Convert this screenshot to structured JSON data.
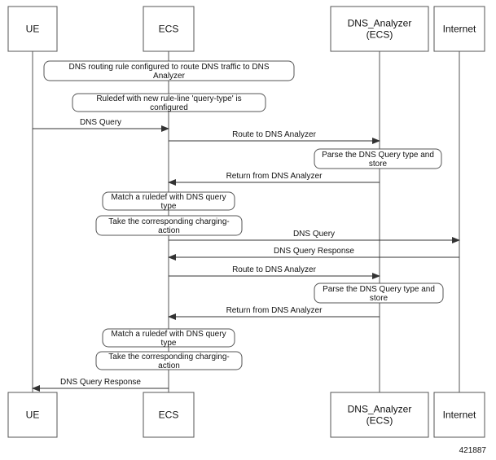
{
  "participants": [
    {
      "id": "ue",
      "label": "UE"
    },
    {
      "id": "ecs",
      "label": "ECS"
    },
    {
      "id": "dns",
      "label": "DNS_Analyzer\n(ECS)"
    },
    {
      "id": "internet",
      "label": "Internet"
    }
  ],
  "notes": [
    {
      "text": "DNS routing rule configured to route DNS traffic to DNS\nAnalyzer"
    },
    {
      "text": "Ruledef with new rule-line 'query-type' is\nconfigured"
    },
    {
      "text": "Parse the DNS Query type and\nstore"
    },
    {
      "text": "Match a ruledef with DNS query\ntype"
    },
    {
      "text": "Take the corresponding charging-\naction"
    },
    {
      "text": "Parse the DNS Query type and\nstore"
    },
    {
      "text": "Match a ruledef with DNS query\ntype"
    },
    {
      "text": "Take the corresponding charging-\naction"
    }
  ],
  "messages": [
    {
      "text": "DNS Query",
      "from": "ue",
      "to": "ecs"
    },
    {
      "text": "Route to DNS Analyzer",
      "from": "ecs",
      "to": "dns"
    },
    {
      "text": "Return from DNS Analyzer",
      "from": "dns",
      "to": "ecs"
    },
    {
      "text": "DNS Query",
      "from": "ecs",
      "to": "internet"
    },
    {
      "text": "DNS Query Response",
      "from": "internet",
      "to": "ecs"
    },
    {
      "text": "Route to DNS Analyzer",
      "from": "ecs",
      "to": "dns"
    },
    {
      "text": "Return from DNS Analyzer",
      "from": "dns",
      "to": "ecs"
    },
    {
      "text": "DNS Query Response",
      "from": "ecs",
      "to": "ue"
    }
  ],
  "figure_id": "421887"
}
